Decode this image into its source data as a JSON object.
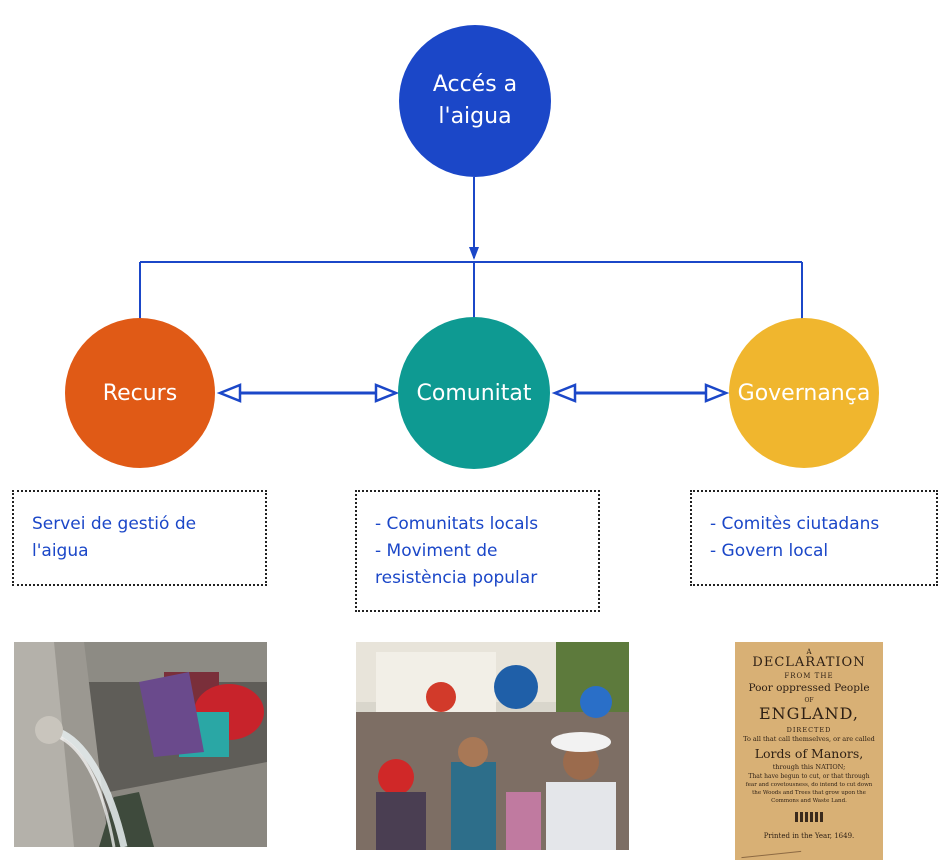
{
  "nodes": {
    "top": {
      "label_line1": "Accés a",
      "label_line2": "l'aigua",
      "color": "#1b47c8"
    },
    "left": {
      "label": "Recurs",
      "color": "#e05a16"
    },
    "middle": {
      "label": "Comunitat",
      "color": "#0e9a92"
    },
    "right": {
      "label": "Governança",
      "color": "#f0b62e"
    }
  },
  "notes": {
    "left": {
      "line1": "Servei de gestió de",
      "line2": "l'aigua"
    },
    "middle": {
      "line1": "- Comunitats locals",
      "line2": "- Moviment de",
      "line3": "resistència popular"
    },
    "right": {
      "line1": "- Comitès ciutadans",
      "line2": "- Govern local"
    }
  },
  "colors": {
    "connector": "#1b47c8",
    "note_text": "#1b47c8"
  },
  "images": {
    "left": {
      "description_icon": "water-fountain-photo"
    },
    "middle": {
      "description_icon": "protest-with-buckets-photo"
    },
    "right": {
      "description_icon": "declaration-document-photo",
      "lines": [
        "A",
        "DECLARATION",
        "FROM THE",
        "Poor oppressed People",
        "OF",
        "ENGLAND,",
        "DIRECTED",
        "To all that call themselves, or are called",
        "Lords of Manors,",
        "through this NATION;",
        "That have begun to cut, or that through",
        "fear and covetousness, do intend to cut down",
        "the Woods and Trees that grow upon the",
        "Commons and Waste Land.",
        "Printed in the Year, 1649."
      ]
    }
  }
}
